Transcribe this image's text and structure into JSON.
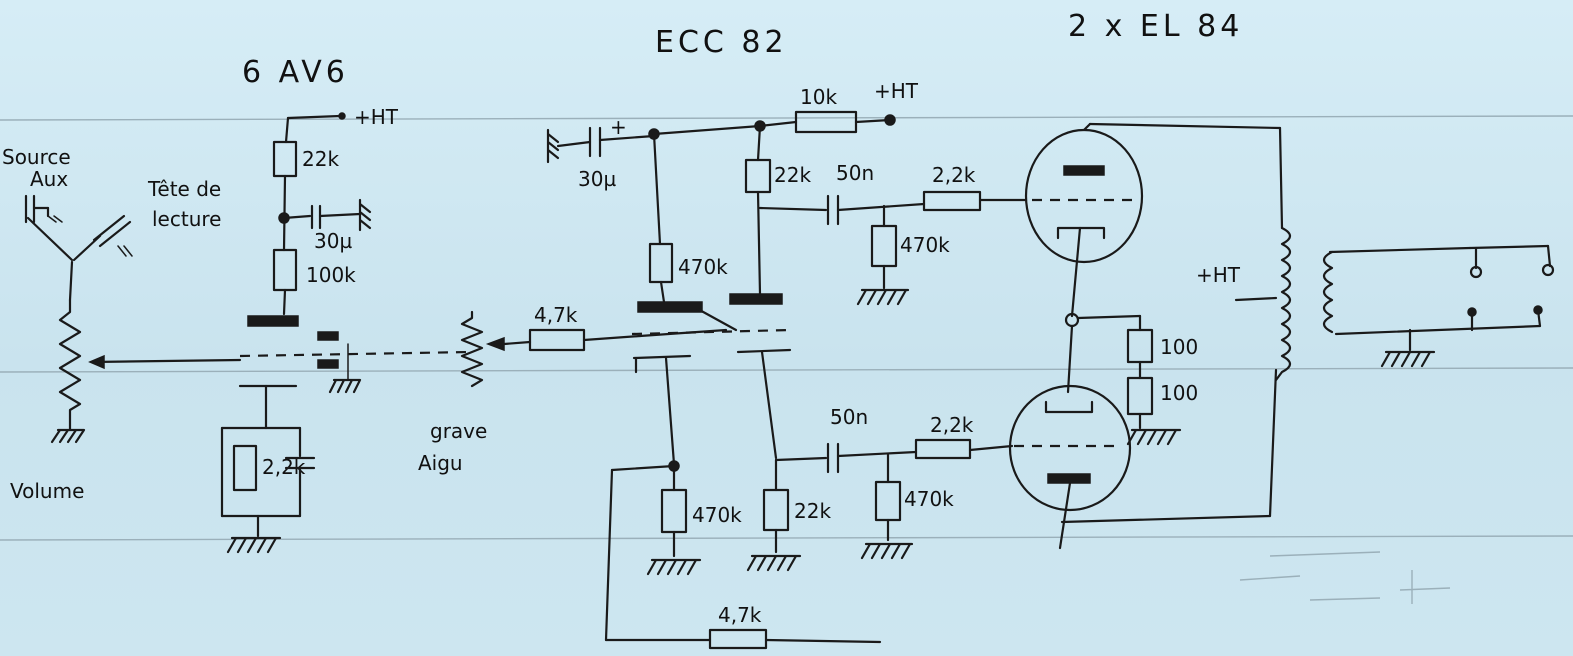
{
  "tubes": {
    "preamp": "6 AV6",
    "driver": "ECC 82",
    "output": "2 x EL 84"
  },
  "labels": {
    "source_aux_1": "Source",
    "source_aux_2": "Aux",
    "head_1": "Tête de",
    "head_2": "lecture",
    "volume": "Volume",
    "tone_1": "grave",
    "tone_2": "Aigu",
    "ht_1": "+HT",
    "ht_2": "+HT",
    "ht_3": "+HT"
  },
  "components": {
    "r_22k_a": "22k",
    "c_30u_a": "30µ",
    "r_100k": "100k",
    "r_2_2k_cath": "2,2k",
    "r_4_7k_tone": "4,7k",
    "c_30u_b": "30µ",
    "r_10k": "10k",
    "r_470k_a": "470k",
    "r_22k_b": "22k",
    "c_50n_a": "50n",
    "r_2_2k_a": "2,2k",
    "r_470k_b": "470k",
    "r_470k_c": "470k",
    "r_22k_c": "22k",
    "c_50n_b": "50n",
    "r_2_2k_b": "2,2k",
    "r_470k_d": "470k",
    "r_4_7k_fb": "4,7k",
    "r_100_a": "100",
    "r_100_b": "100"
  }
}
